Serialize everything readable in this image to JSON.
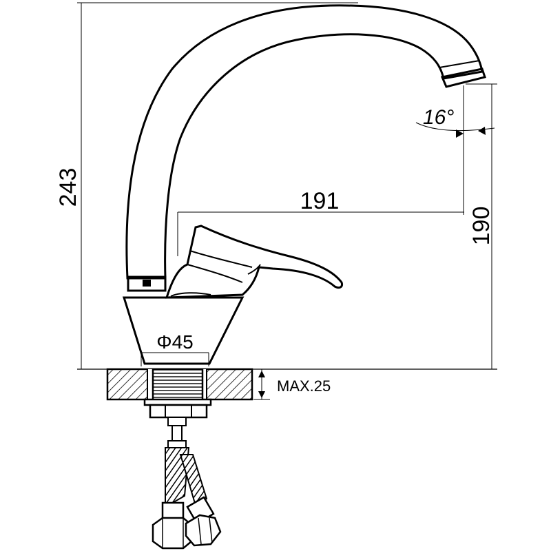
{
  "dimensions": {
    "height_total": "243",
    "reach": "191",
    "spout_height": "190",
    "spout_angle": "16°",
    "base_diameter": "Φ45",
    "max_counter_thickness": "MAX.25"
  },
  "colors": {
    "line": "#000000",
    "background": "#ffffff"
  }
}
